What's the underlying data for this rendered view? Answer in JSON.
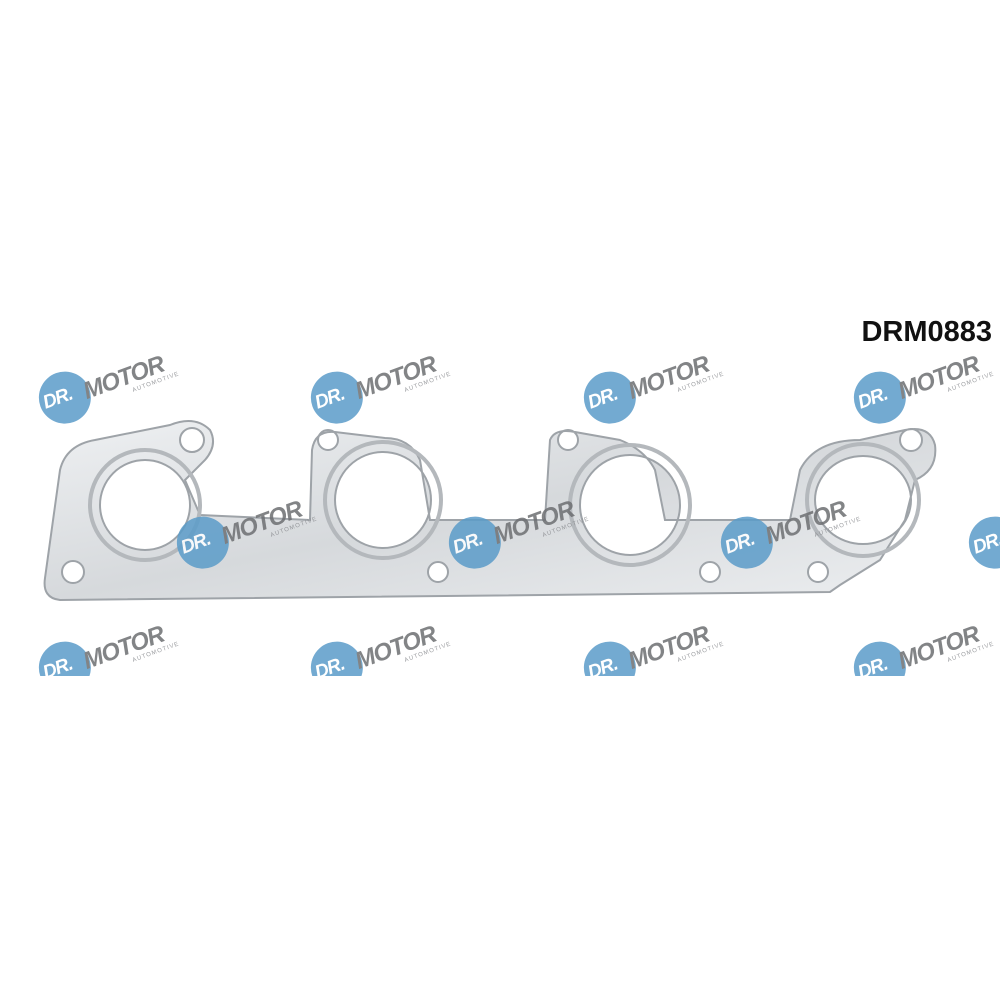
{
  "product_code": "DRM0883",
  "watermark": {
    "brand": "DR.MOTOR",
    "brand_left": "DR.",
    "brand_right": "MOTOR",
    "subtitle": "AUTOMOTIVE"
  },
  "colors": {
    "logo_blue": "#5b9cc9",
    "logo_grey": "#6d6f72",
    "gasket": "#d9dcdf"
  }
}
